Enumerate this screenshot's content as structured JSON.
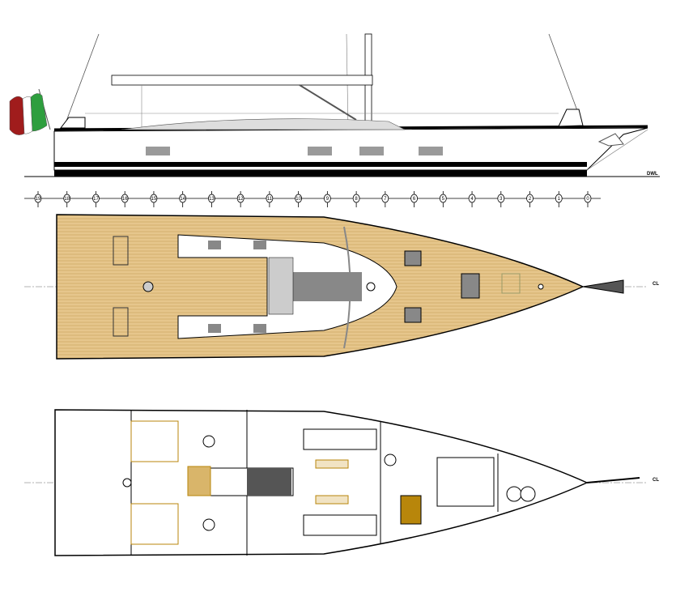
{
  "drawing": {
    "profile_label": "DWL",
    "deck_centerline_label": "CL",
    "interior_centerline_label": "CL",
    "stations": [
      "19",
      "18",
      "17",
      "16",
      "15",
      "14",
      "13",
      "12",
      "11",
      "10",
      "9",
      "8",
      "7",
      "6",
      "5",
      "4",
      "3",
      "2",
      "1",
      "0"
    ]
  },
  "colors": {
    "teak": "#e6c68c",
    "teak_line": "#c9a25a",
    "hull_line": "#000000",
    "grey_panel": "#9a9a9a",
    "flag_green": "#2e9e3e",
    "flag_red": "#a01c1c",
    "interior_wood": "#b8860b"
  }
}
